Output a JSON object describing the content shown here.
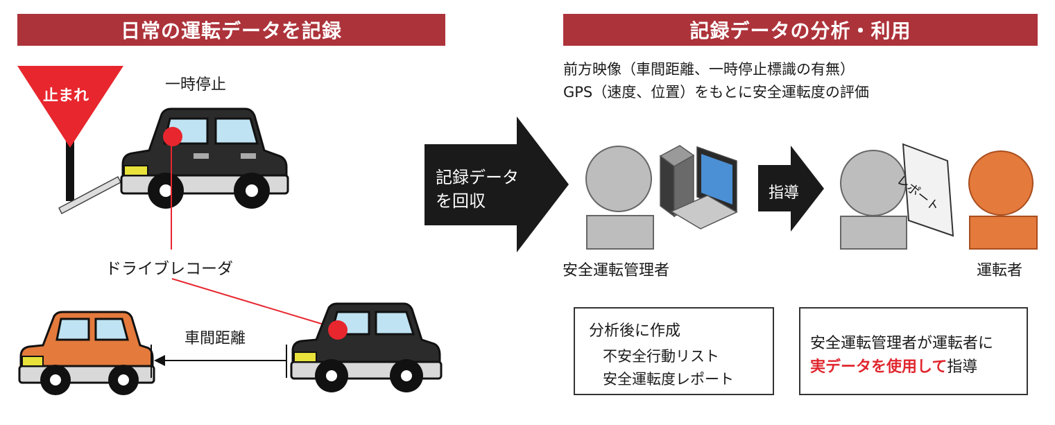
{
  "left_banner": "日常の運転データを記録",
  "right_banner": "記録データの分析・利用",
  "stop_sign_text": "止まれ",
  "stop_label": "一時停止",
  "recorder_label": "ドライブレコーダ",
  "distance_label": "車間距離",
  "collect_arrow": {
    "line1": "記録データ",
    "line2": "を回収"
  },
  "analysis_text": {
    "line1": "前方映像（車間距離、一時停止標識の有無）",
    "line2": "GPS（速度、位置）をもとに安全運転度の評価"
  },
  "guidance_arrow": "指導",
  "report_paper": "レポート",
  "manager_label": "安全運転管理者",
  "driver_label": "運転者",
  "created_box": {
    "title": "分析後に作成",
    "items": [
      "不安全行動リスト",
      "安全運転度レポート"
    ]
  },
  "summary_box": {
    "line1": "安全運転管理者が運転者に",
    "line2_highlight": "実データを使用して",
    "line2_rest": "指導"
  },
  "colors": {
    "banner": "#ad333b",
    "stop_sign": "#e8262e",
    "recorder_dot": "#e8262e",
    "driver_orange": "#e47a3c",
    "highlight_red": "#e0262e"
  }
}
